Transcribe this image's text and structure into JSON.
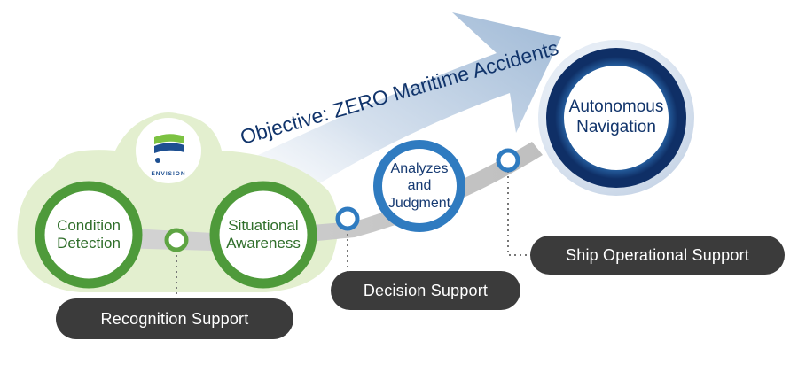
{
  "objective": "Objective: ZERO Maritime Accidents",
  "brand": {
    "name": "ENVISION",
    "colors": {
      "green": "#7cc242",
      "blue": "#1d4f91"
    }
  },
  "stages": {
    "condition_detection": "Condition\nDetection",
    "situational_awareness": "Situational\nAwareness",
    "analyzes_judgment": "Analyzes\nand\nJudgment",
    "autonomous_navigation": "Autonomous\nNavigation"
  },
  "supports": {
    "recognition": "Recognition Support",
    "decision": "Decision Support",
    "ship_operational": "Ship Operational Support"
  },
  "colors": {
    "green_ring": "#4e9a3a",
    "green_bg": "#e3efcf",
    "blue_ring": "#2f7bc0",
    "navy": "#11346b",
    "pill_bg": "#3b3b3b"
  }
}
